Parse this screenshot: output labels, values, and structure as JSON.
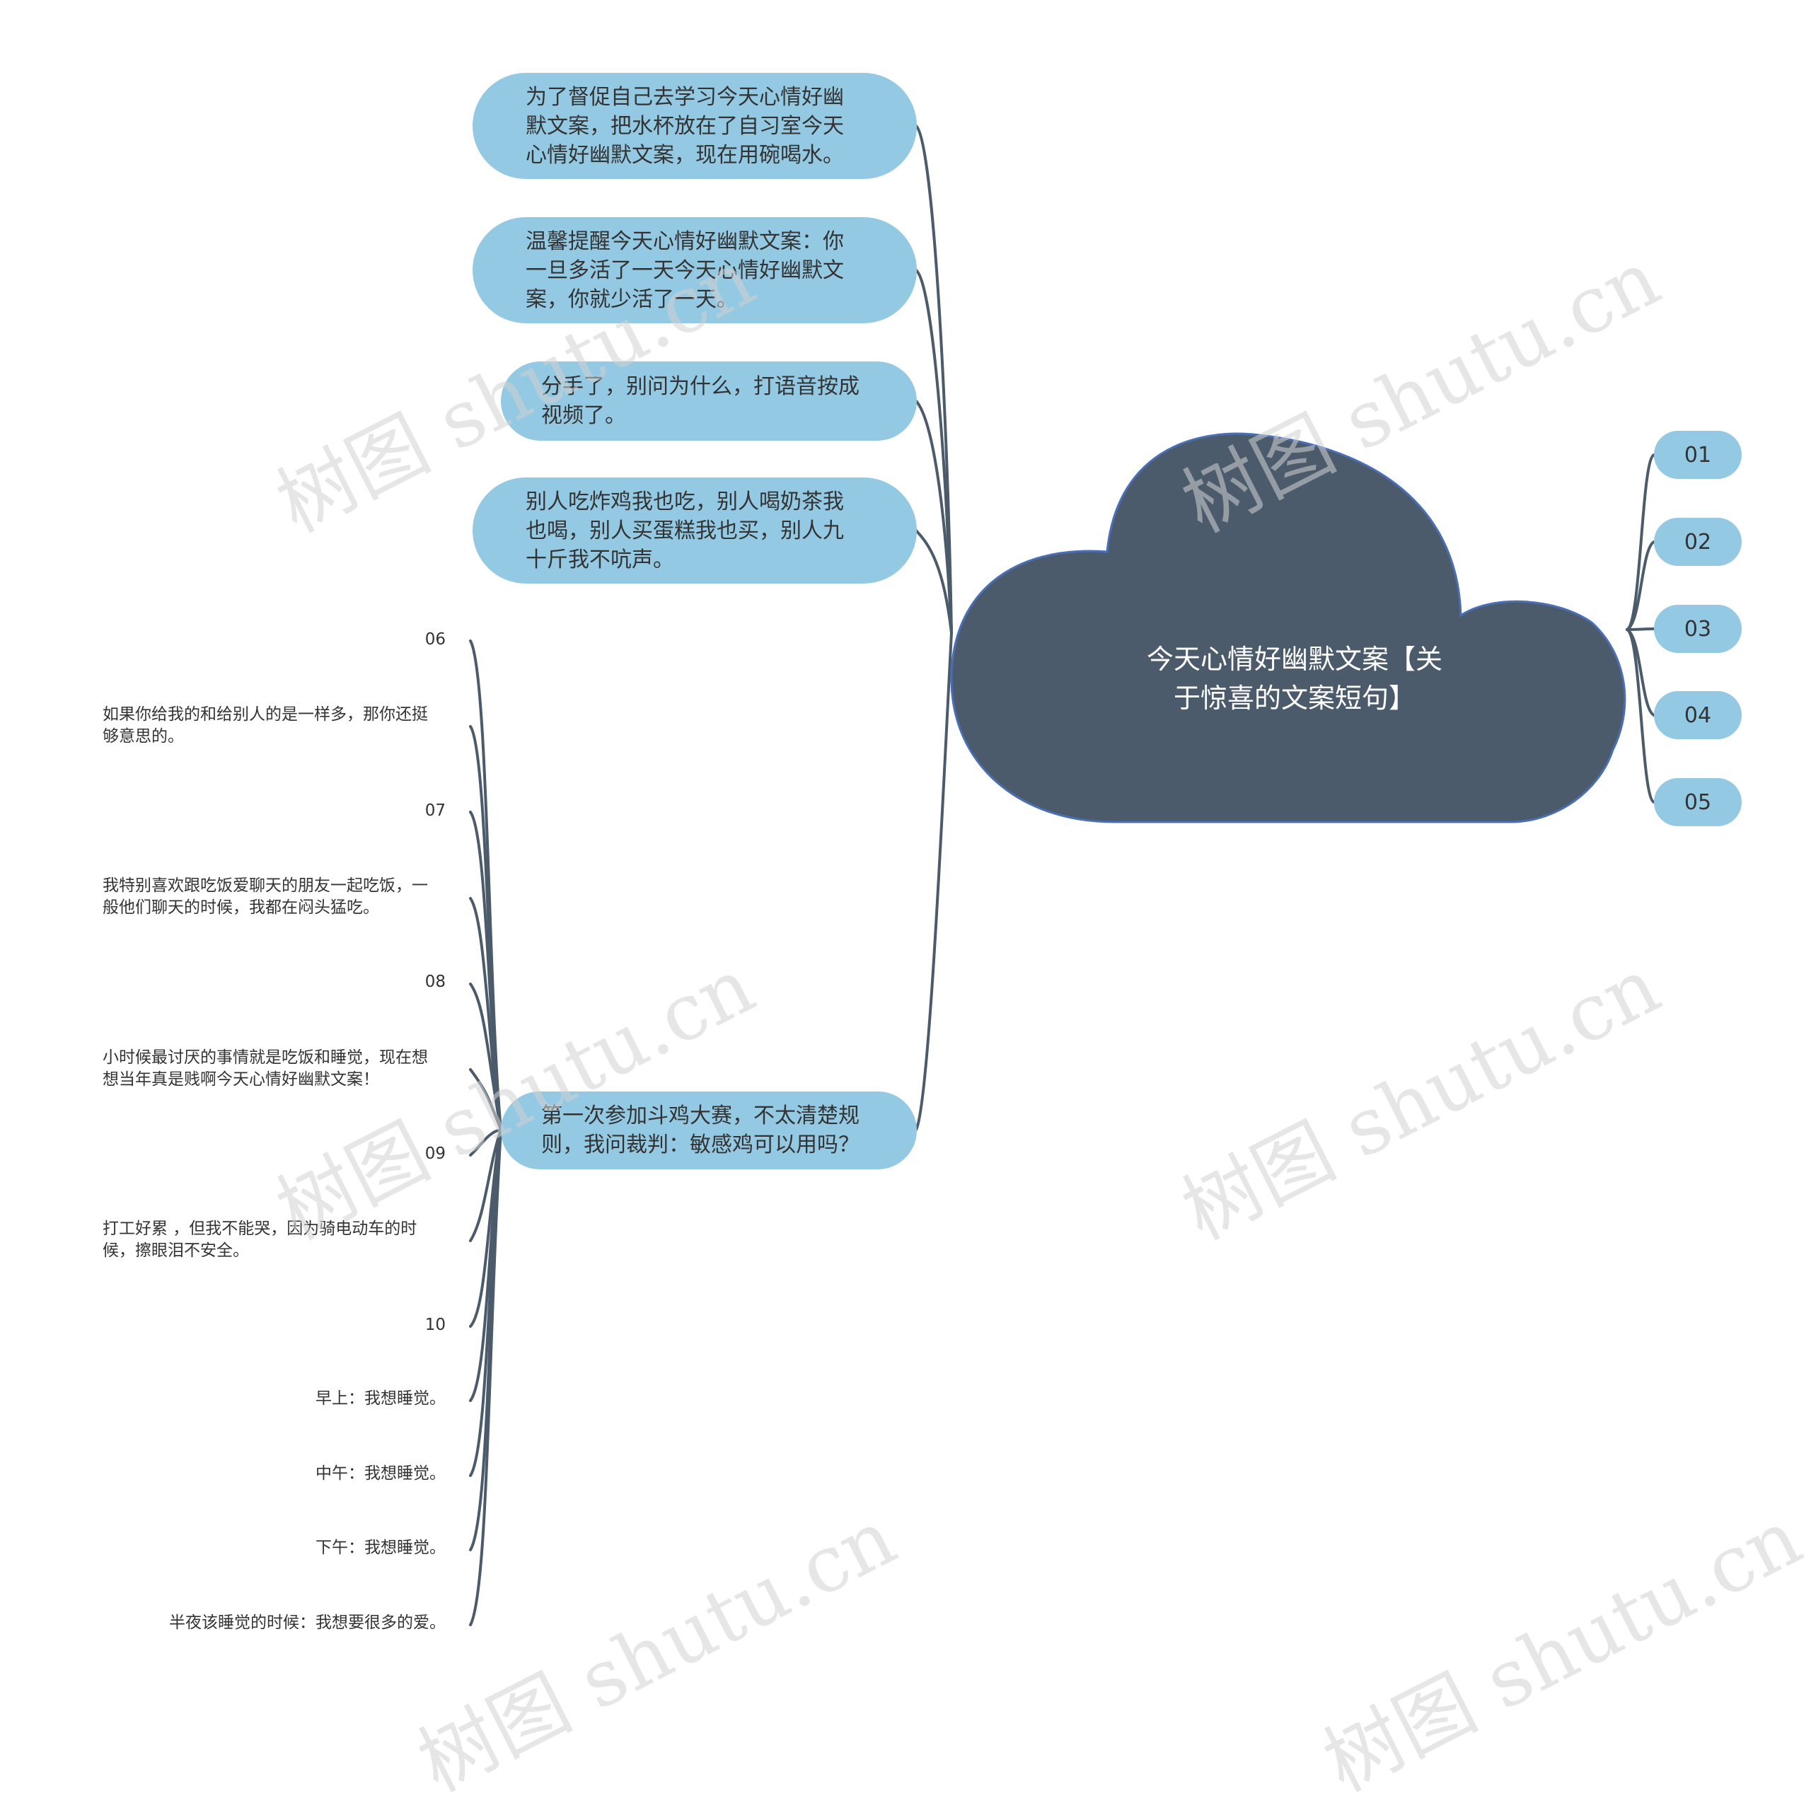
{
  "colors": {
    "cloud": "#4b5b6b",
    "pill": "#93c9e2",
    "line": "#4b5b6b",
    "text": "#333333"
  },
  "center": {
    "title_line1": "今天心情好幽默文案【关",
    "title_line2": "于惊喜的文案短句】"
  },
  "right_nodes": [
    "01",
    "02",
    "03",
    "04",
    "05"
  ],
  "left_nodes": [
    {
      "lines": [
        "为了督促自己去学习今天心情好幽",
        "默文案，把水杯放在了自习室今天",
        "心情好幽默文案，现在用碗喝水。"
      ]
    },
    {
      "lines": [
        "温馨提醒今天心情好幽默文案：你",
        "一旦多活了一天今天心情好幽默文",
        "案，你就少活了一天。"
      ]
    },
    {
      "lines": [
        "分手了，别问为什么，打语音按成",
        "视频了。"
      ]
    },
    {
      "lines": [
        "别人吃炸鸡我也吃，别人喝奶茶我",
        "也喝，别人买蛋糕我也买，别人九",
        "十斤我不吭声。"
      ]
    },
    {
      "lines": [
        "第一次参加斗鸡大赛，不太清楚规",
        "则，我问裁判：敏感鸡可以用吗？"
      ]
    }
  ],
  "leaves": {
    "l06": "06",
    "t06": [
      "如果你给我的和给别人的是一样多，那你还挺",
      "够意思的。"
    ],
    "l07": "07",
    "t07": [
      "我特别喜欢跟吃饭爱聊天的朋友一起吃饭，一",
      "般他们聊天的时候，我都在闷头猛吃。"
    ],
    "l08": "08",
    "t08": [
      "小时候最讨厌的事情就是吃饭和睡觉，现在想",
      "想当年真是贱啊今天心情好幽默文案！"
    ],
    "l09": "09",
    "t09": [
      "打工好累 ，但我不能哭，因为骑电动车的时",
      "候，擦眼泪不安全。"
    ],
    "l10": "10",
    "s1": "早上：我想睡觉。",
    "s2": "中午：我想睡觉。",
    "s3": "下午：我想睡觉。",
    "s4": "半夜该睡觉的时候：我想要很多的爱。"
  },
  "watermark": "树图 shutu.cn"
}
